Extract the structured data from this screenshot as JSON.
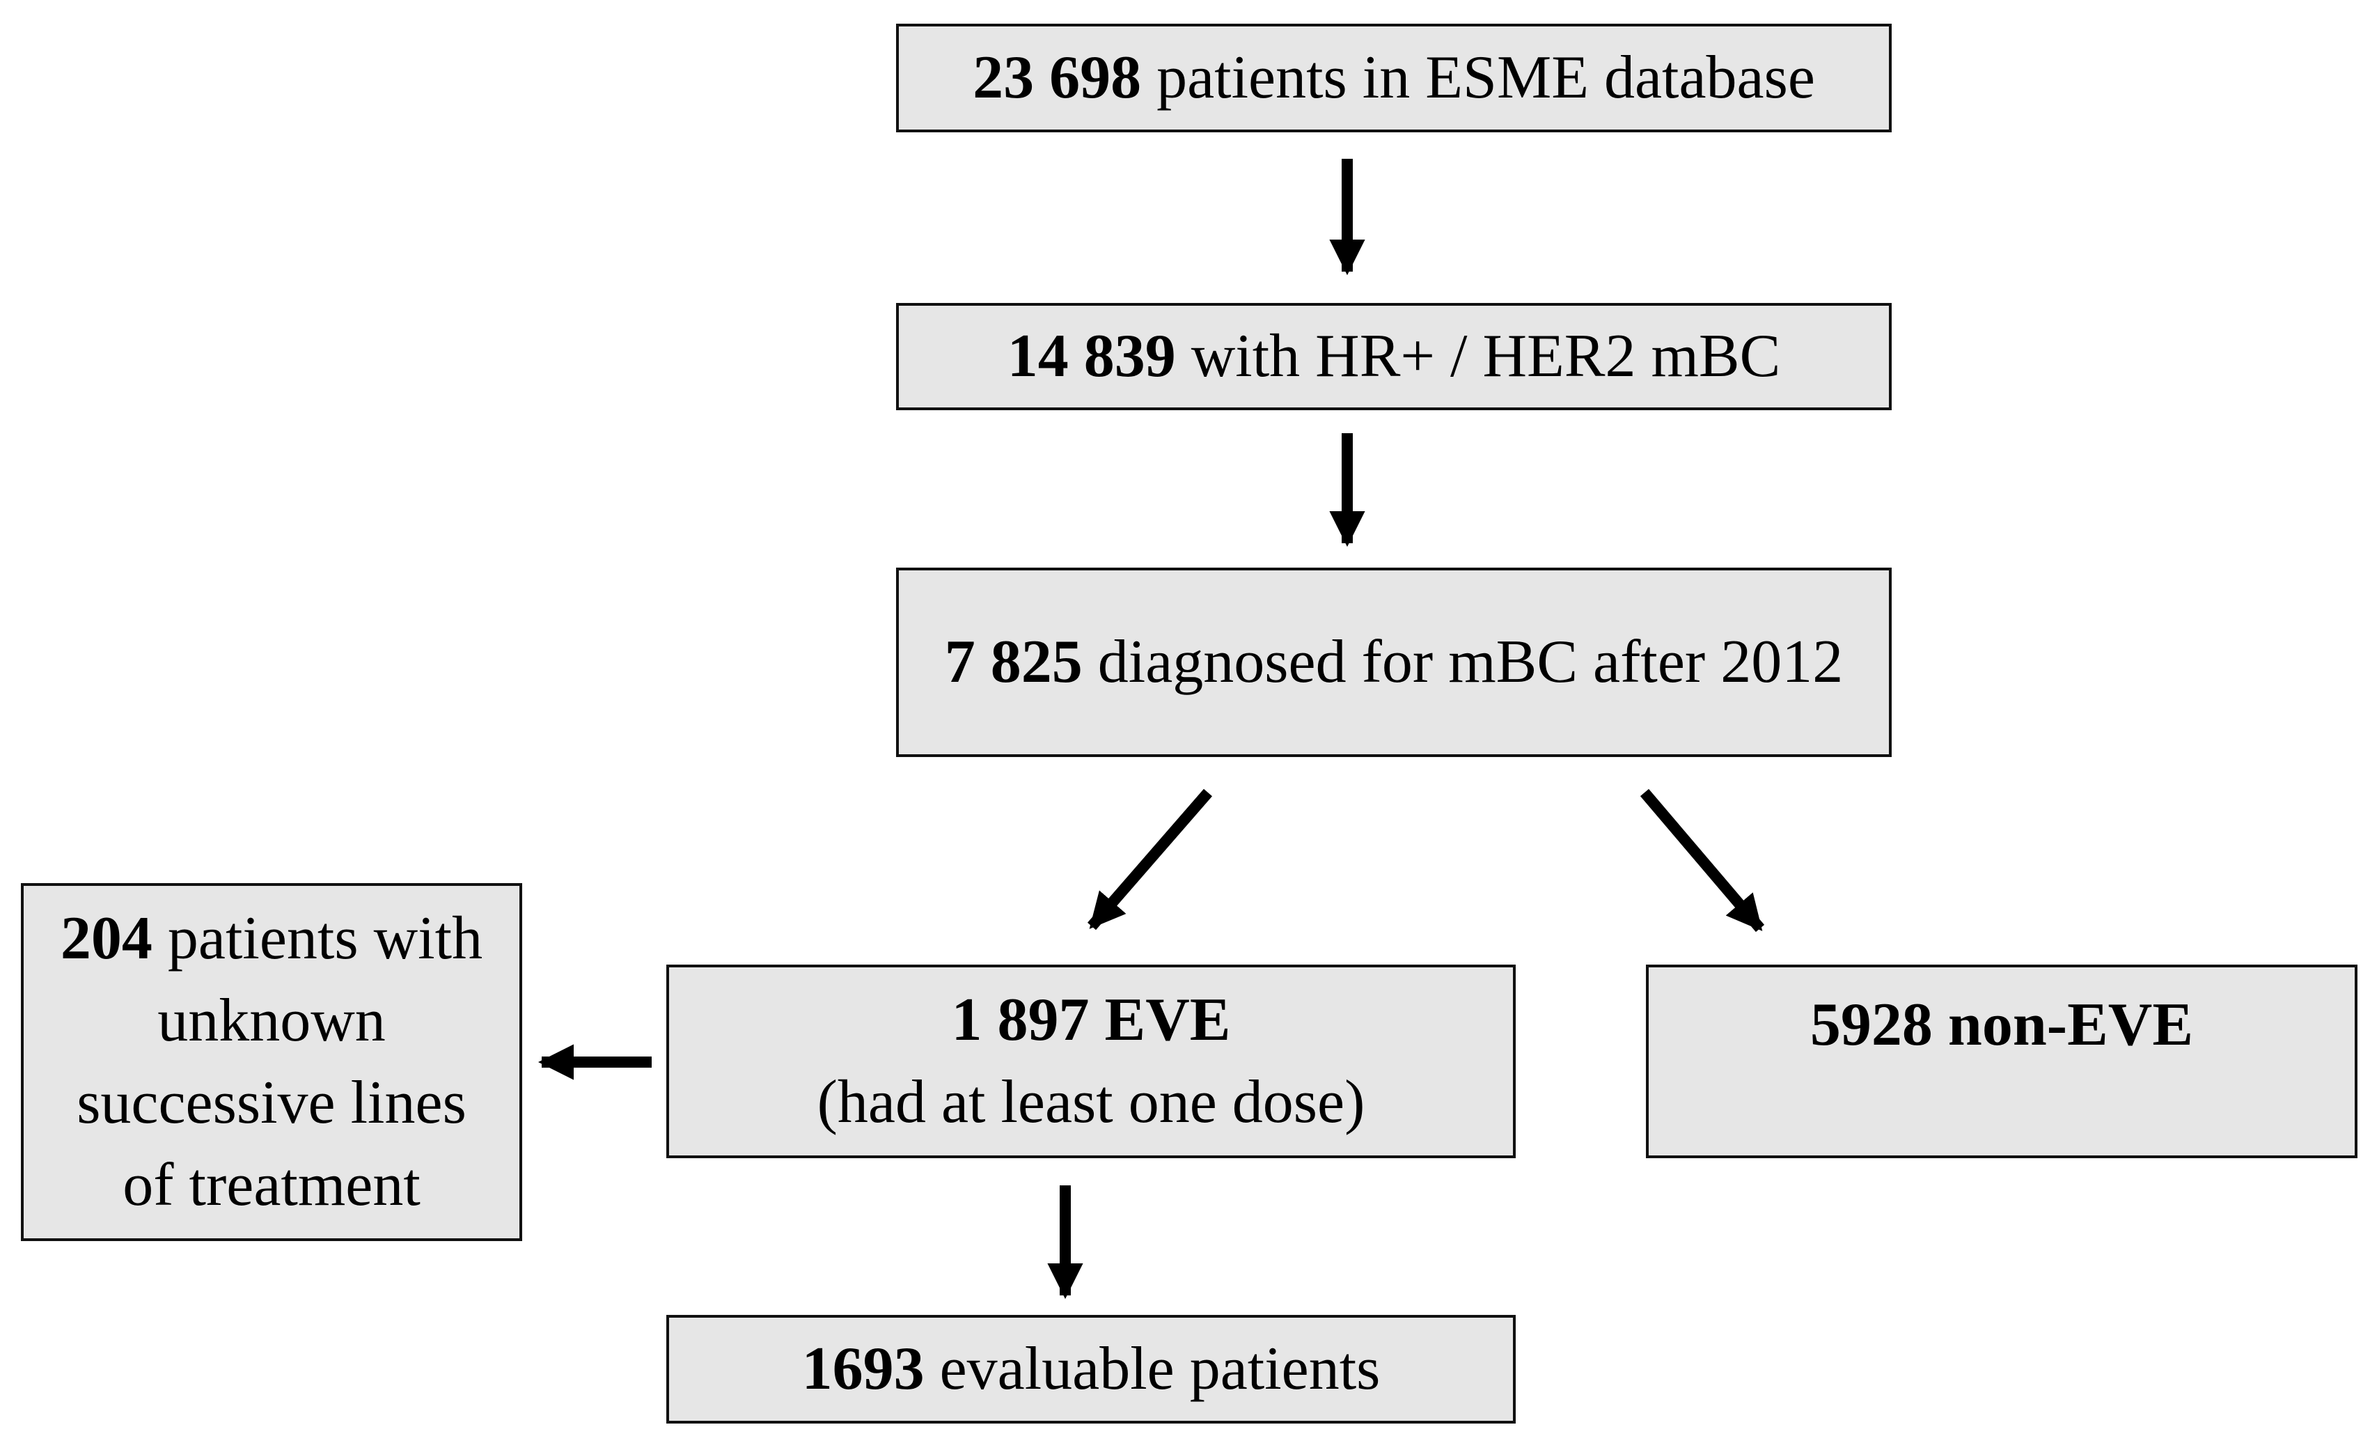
{
  "nodes": {
    "database": {
      "num": "23 698",
      "text": " patients in ESME database"
    },
    "hr_her2": {
      "num": "14 839",
      "text": " with HR+ / HER2 mBC"
    },
    "diagnosed": {
      "num": "7 825",
      "text": " diagnosed for mBC after 2012"
    },
    "unknown": {
      "num": "204",
      "text": " patients with unknown successive lines of treatment"
    },
    "eve": {
      "line1": "1 897 EVE",
      "line2": "(had at least one dose)"
    },
    "non_eve": {
      "label": "5928 non-EVE"
    },
    "evaluable": {
      "num": "1693",
      "text": " evaluable patients"
    }
  },
  "colors": {
    "box_fill": "#e6e6e6",
    "box_border": "#111111",
    "arrow": "#000000"
  }
}
